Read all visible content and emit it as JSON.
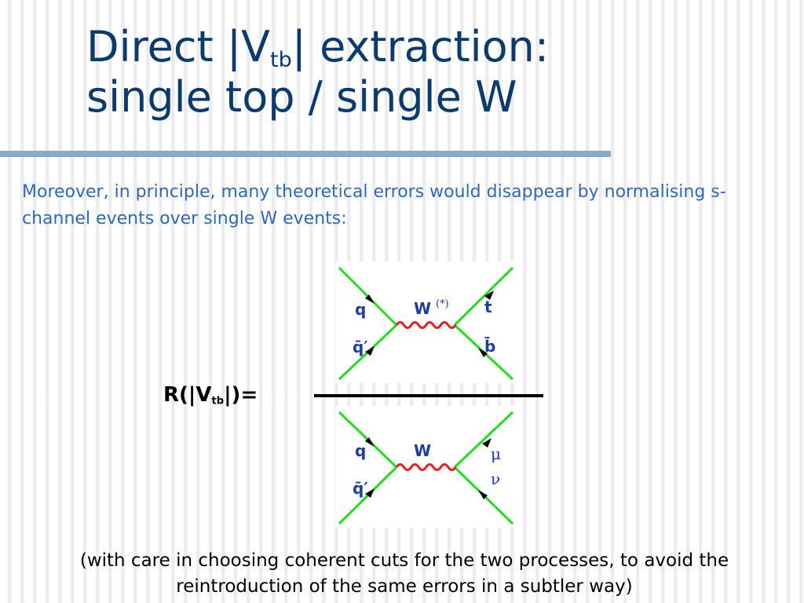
{
  "slide": {
    "title_line1_pre": "Direct |V",
    "title_line1_sub": "tb",
    "title_line1_post": "| extraction:",
    "title_line2": "single top / single W",
    "intro": "Moreover, in principle, many theoretical errors would disappear by normalising s-channel events over single W events:",
    "ratio_label_pre": "R(|V",
    "ratio_label_sub": "tb",
    "ratio_label_post": "|)=",
    "note": "(with care in choosing coherent cuts for the two processes, to avoid the reintroduction of the same errors in a subtler way)"
  },
  "numerator_diagram": {
    "in_top": "q",
    "in_bottom": "q̄′",
    "boson": "W",
    "boson_sup": "(*)",
    "out_top": "t",
    "out_bottom": "b̄"
  },
  "denominator_diagram": {
    "in_top": "q",
    "in_bottom": "q̄′",
    "boson": "W",
    "out_top": "μ",
    "out_bottom": "ν"
  },
  "colors": {
    "title": "#0b3a6e",
    "intro_text": "#2e6ab8",
    "fermion_line": "#22dd22",
    "boson_line": "#e82020",
    "diagram_label": "#1a3fa0",
    "lepton_label": "#1a2fd0"
  }
}
